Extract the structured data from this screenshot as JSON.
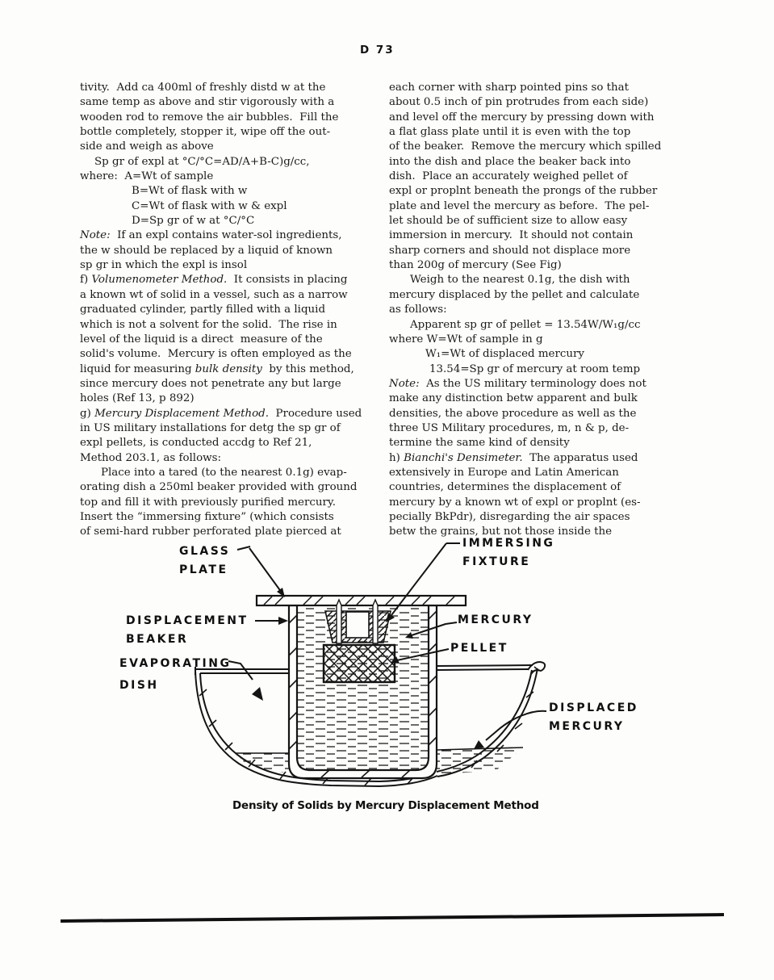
{
  "header": {
    "page_label": "D 73"
  },
  "columns": {
    "left": {
      "lines": [
        "tivity.  Add ca 400ml of freshly distd w at the",
        "same temp as above and stir vigorously with a",
        "wooden rod to remove the air bubbles.  Fill the",
        "bottle completely, stopper it, wipe off the out-",
        "side and weigh as above",
        {
          "ind": 18,
          "s": [
            "Sp gr of expl at °C/°C=AD/A+B-C)g/cc,"
          ]
        },
        "where:  A=Wt of sample",
        {
          "ind": 64,
          "s": [
            "B=Wt of flask with w"
          ]
        },
        {
          "ind": 64,
          "s": [
            "C=Wt of flask with w & expl"
          ]
        },
        {
          "ind": 64,
          "s": [
            "D=Sp gr of w at °C/°C"
          ]
        },
        {
          "s": [
            {
              "t": "Note:",
              "i": 1
            },
            "  If an expl contains water-sol ingredients,"
          ]
        },
        "the w should be replaced by a liquid of known",
        "sp gr in which the expl is insol",
        {
          "s": [
            "f) ",
            {
              "t": "Volumenometer Method.",
              "i": 1
            },
            "  It consists in placing"
          ]
        },
        "a known wt of solid in a vessel, such as a narrow",
        "graduated cylinder, partly filled with a liquid",
        "which is not a solvent for the solid.  The rise in",
        "level of the liquid is a direct  measure of the",
        "solid's volume.  Mercury is often employed as the",
        {
          "s": [
            "liquid for measuring ",
            {
              "t": "bulk density",
              "i": 1
            },
            "  by this method,"
          ]
        },
        "since mercury does not penetrate any but large",
        "holes (Ref 13, p 892)",
        {
          "s": [
            "g) ",
            {
              "t": "Mercury Displacement Method.",
              "i": 1
            },
            "  Procedure used"
          ]
        },
        "in US military installations for detg the sp gr of",
        "expl pellets, is conducted accdg to Ref 21,",
        "Method 203.1, as follows:",
        {
          "ind": 26,
          "s": [
            "Place into a tared (to the nearest 0.1g) evap-"
          ]
        },
        "orating dish a 250ml beaker provided with ground",
        "top and fill it with previously purified mercury.",
        "Insert the “immersing fixture” (which consists",
        "of semi-hard rubber perforated plate pierced at"
      ]
    },
    "right": {
      "lines": [
        "each corner with sharp pointed pins so that",
        "about 0.5 inch of pin protrudes from each side)",
        "and level off the mercury by pressing down with",
        "a flat glass plate until it is even with the top",
        "of the beaker.  Remove the mercury which spilled",
        "into the dish and place the beaker back into",
        "dish.  Place an accurately weighed pellet of",
        "expl or proplnt beneath the prongs of the rubber",
        "plate and level the mercury as before.  The pel-",
        "let should be of sufficient size to allow easy",
        "immersion in mercury.  It should not contain",
        "sharp corners and should not displace more",
        "than 200g of mercury (See Fig)",
        {
          "ind": 26,
          "s": [
            "Weigh to the nearest 0.1g, the dish with"
          ]
        },
        "mercury displaced by the pellet and calculate",
        "as follows:",
        {
          "ind": 26,
          "s": [
            "Apparent sp gr of pellet = 13.54W/W₁g/cc"
          ]
        },
        "where W=Wt of sample in g",
        {
          "ind": 45,
          "s": [
            "W₁=Wt of displaced mercury"
          ]
        },
        {
          "ind": 50,
          "s": [
            "13.54=Sp gr of mercury at room temp"
          ]
        },
        {
          "s": [
            {
              "t": "Note:",
              "i": 1
            },
            "  As the US military terminology does not"
          ]
        },
        "make any distinction betw apparent and bulk",
        "densities, the above procedure as well as the",
        "three US Military procedures, m, n & p, de-",
        "termine the same kind of density",
        {
          "s": [
            "h) ",
            {
              "t": "Bianchi's Densimeter.",
              "i": 1
            },
            "  The apparatus used"
          ]
        },
        "extensively in Europe and Latin American",
        "countries, determines the displacement of",
        "mercury by a known wt of expl or proplnt (es-",
        "pecially BkPdr), disregarding the air spaces",
        "betw the grains, but not those inside the"
      ]
    }
  },
  "figure": {
    "caption": "Density of Solids by Mercury Displacement Method",
    "labels": {
      "glass_plate": [
        "GLASS",
        "PLATE"
      ],
      "immersing_fixture": [
        "IMMERSING",
        "FIXTURE"
      ],
      "displacement_beaker": [
        "DISPLACEMENT",
        "BEAKER"
      ],
      "evaporating_dish": [
        "EVAPORATING",
        "DISH"
      ],
      "mercury": [
        "MERCURY"
      ],
      "pellet": [
        "PELLET"
      ],
      "displaced_mercury": [
        "DISPLACED",
        "MERCURY"
      ]
    }
  }
}
